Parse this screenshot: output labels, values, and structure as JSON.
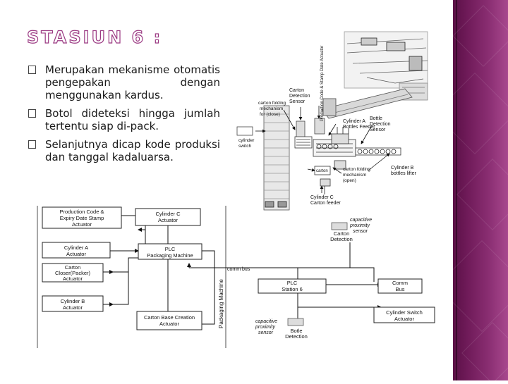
{
  "slide": {
    "title": "STASIUN 6 :",
    "bullets": [
      "Merupakan mekanisme otomatis pengepakan dengan menggunakan kardus.",
      "Botol dideteksi hingga jumlah tertentu siap di-pack.",
      "Selanjutnya dicap kode produksi dan tanggal kadaluarsa."
    ]
  },
  "colors": {
    "title_outline": "#9b3a83",
    "side_bar": "#7a2364",
    "text": "#1a1a1a"
  },
  "top_diagram": {
    "labels": {
      "carton_detection_sensor": [
        "Carton",
        "Detection",
        "Sensor"
      ],
      "production_code_stamp": "Production Code & Stamp Date Actuator",
      "carton_folding": [
        "carton folding",
        "mechanism",
        "for (close)"
      ],
      "cylinder_switch": [
        "cylinder",
        "switch"
      ],
      "cylinder_a": [
        "Cylinder A",
        "Bottles Feeder"
      ],
      "bottle_detection_sensor": [
        "Bottle",
        "Detection",
        "Sensor"
      ],
      "cylinder_b": [
        "Cylinder B",
        "bottles lifter"
      ],
      "carton_folding_mech": [
        "carton folding",
        "mechanism",
        "(open)"
      ],
      "carton": "carton",
      "cylinder_c": [
        "Cylinder C",
        "Carton feeder"
      ]
    }
  },
  "block_diagram": {
    "left_blocks": [
      [
        "Production Code &",
        "Expiry Date Stamp",
        "Actuator"
      ],
      [
        "Cylinder A",
        "Actuator"
      ],
      [
        "Carton",
        "Closer(Packer)",
        "Actuator"
      ],
      [
        "Cylinder B",
        "Actuator"
      ]
    ],
    "cylinder_c": [
      "Cylinder C",
      "Actuator"
    ],
    "plc_packaging": [
      "PLC",
      "Packaging Machine"
    ],
    "carton_base": [
      "Carton Base Creation",
      "Actuator"
    ],
    "packaging_machine_label": "Packaging Machine",
    "comm_bus_label": "comm bus",
    "plc_station": [
      "PLC",
      "Station 6"
    ],
    "comm_bus_block": [
      "Comm",
      "Bus"
    ],
    "cylinder_switch": [
      "Cylinder Switch",
      "Actuator"
    ],
    "capacitive_proximity_sensor_1": [
      "capacitive",
      "proximity",
      "sensor"
    ],
    "carton_detection": [
      "Carton",
      "Detection"
    ],
    "capacitive_proximity_sensor_2": [
      "capacitive",
      "proximity",
      "sensor"
    ],
    "bottle_detection": [
      "Botle",
      "Detection"
    ]
  }
}
